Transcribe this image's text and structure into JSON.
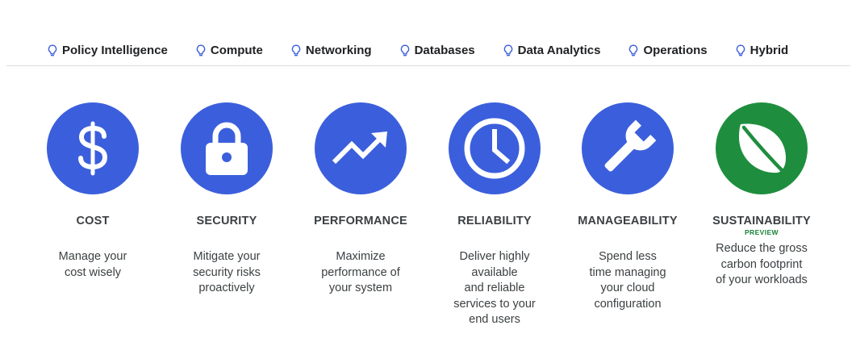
{
  "categories": [
    {
      "label": "Policy Intelligence",
      "icon": "lightbulb-icon"
    },
    {
      "label": "Compute",
      "icon": "lightbulb-icon"
    },
    {
      "label": "Networking",
      "icon": "lightbulb-icon"
    },
    {
      "label": "Databases",
      "icon": "lightbulb-icon"
    },
    {
      "label": "Data Analytics",
      "icon": "lightbulb-icon"
    },
    {
      "label": "Operations",
      "icon": "lightbulb-icon"
    },
    {
      "label": "Hybrid",
      "icon": "lightbulb-icon"
    }
  ],
  "pillars": [
    {
      "title": "COST",
      "icon": "dollar-icon",
      "color": "#3b5fdc",
      "description": [
        "Manage your",
        "cost wisely"
      ]
    },
    {
      "title": "SECURITY",
      "icon": "lock-icon",
      "color": "#3b5fdc",
      "description": [
        "Mitigate your",
        "security risks",
        "proactively"
      ]
    },
    {
      "title": "PERFORMANCE",
      "icon": "trending-up-icon",
      "color": "#3b5fdc",
      "description": [
        "Maximize",
        "performance of",
        "your system"
      ]
    },
    {
      "title": "RELIABILITY",
      "icon": "clock-icon",
      "color": "#3b5fdc",
      "description": [
        "Deliver highly",
        "available",
        "and reliable",
        "services to your",
        "end users"
      ]
    },
    {
      "title": "MANAGEABILITY",
      "icon": "wrench-icon",
      "color": "#3b5fdc",
      "description": [
        "Spend less",
        "time managing",
        "your cloud",
        "configuration"
      ]
    },
    {
      "title": "SUSTAINABILITY",
      "badge": "PREVIEW",
      "icon": "leaf-icon",
      "color": "#1e8e3e",
      "description": [
        "Reduce the gross",
        "carbon footprint",
        "of your workloads"
      ]
    }
  ],
  "colors": {
    "category_icon": "#3b5fdc",
    "badge": "#188038"
  }
}
